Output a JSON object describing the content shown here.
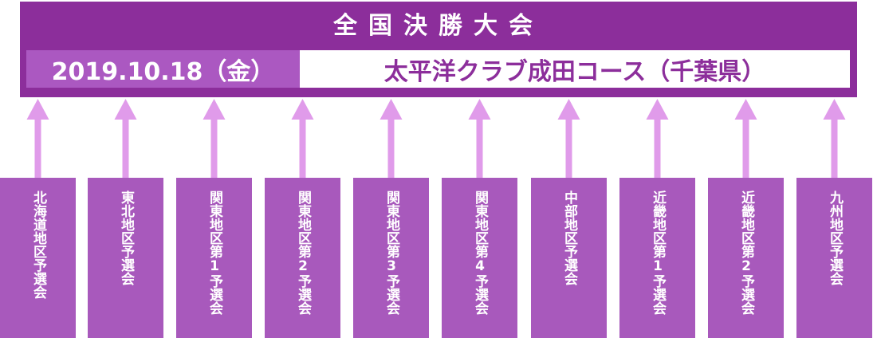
{
  "final": {
    "title": "全国決勝大会",
    "date": "2019.10.18（金）",
    "venue": "太平洋クラブ成田コース（千葉県）"
  },
  "qualifiers": [
    "北海道地区予選会",
    "東北地区予選会",
    "関東地区第1予選会",
    "関東地区第2予選会",
    "関東地区第3予選会",
    "関東地区第4予選会",
    "中部地区予選会",
    "近畿地区第1予選会",
    "近畿地区第2予選会",
    "九州地区予選会"
  ],
  "colors": {
    "banner": "#8c2e9b",
    "date_bg": "#ab58c1",
    "venue_text": "#8c2e9b",
    "box": "#a859bc",
    "arrow": "#e09bea"
  }
}
